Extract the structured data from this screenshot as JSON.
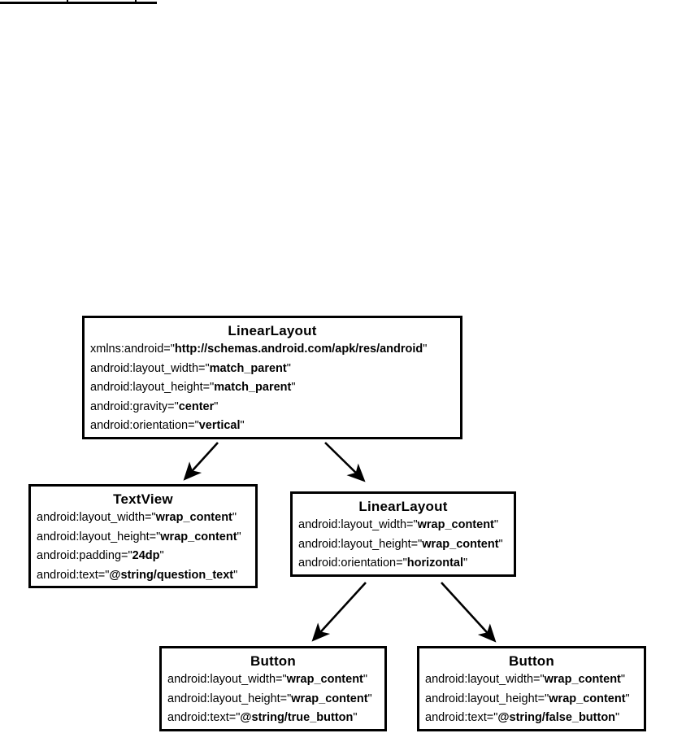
{
  "diagram": {
    "type": "android-layout-xml-tree",
    "top_rule": {
      "present": true,
      "ticks": 2
    },
    "nodes": [
      {
        "id": "root-linearlayout",
        "title": "LinearLayout",
        "attrs": [
          {
            "key": "xmlns:android=\"",
            "value": "http://schemas.android.com/apk/res/android",
            "close": "\""
          },
          {
            "key": "android:layout_width=\"",
            "value": "match_parent",
            "close": "\""
          },
          {
            "key": "android:layout_height=\"",
            "value": "match_parent",
            "close": "\""
          },
          {
            "key": "android:gravity=\"",
            "value": "center",
            "close": "\""
          },
          {
            "key": "android:orientation=\"",
            "value": "vertical",
            "close": "\""
          }
        ]
      },
      {
        "id": "textview",
        "title": "TextView",
        "attrs": [
          {
            "key": "android:layout_width=\"",
            "value": "wrap_content",
            "close": "\""
          },
          {
            "key": "android:layout_height=\"",
            "value": "wrap_content",
            "close": "\""
          },
          {
            "key": "android:padding=\"",
            "value": "24dp",
            "close": "\""
          },
          {
            "key": "android:text=\"",
            "value": "@string/question_text",
            "close": "\""
          }
        ]
      },
      {
        "id": "child-linearlayout",
        "title": "LinearLayout",
        "attrs": [
          {
            "key": "android:layout_width=\"",
            "value": "wrap_content",
            "close": "\""
          },
          {
            "key": "android:layout_height=\"",
            "value": "wrap_content",
            "close": "\""
          },
          {
            "key": "android:orientation=\"",
            "value": "horizontal",
            "close": "\""
          }
        ]
      },
      {
        "id": "button-true",
        "title": "Button",
        "attrs": [
          {
            "key": "android:layout_width=\"",
            "value": "wrap_content",
            "close": "\""
          },
          {
            "key": "android:layout_height=\"",
            "value": "wrap_content",
            "close": "\""
          },
          {
            "key": "android:text=\"",
            "value": "@string/true_button",
            "close": "\""
          }
        ]
      },
      {
        "id": "button-false",
        "title": "Button",
        "attrs": [
          {
            "key": "android:layout_width=\"",
            "value": "wrap_content",
            "close": "\""
          },
          {
            "key": "android:layout_height=\"",
            "value": "wrap_content",
            "close": "\""
          },
          {
            "key": "android:text=\"",
            "value": "@string/false_button",
            "close": "\""
          }
        ]
      }
    ],
    "edges": [
      {
        "from": "root-linearlayout",
        "to": "textview"
      },
      {
        "from": "root-linearlayout",
        "to": "child-linearlayout"
      },
      {
        "from": "child-linearlayout",
        "to": "button-true"
      },
      {
        "from": "child-linearlayout",
        "to": "button-false"
      }
    ],
    "colors": {
      "stroke": "#000000",
      "background": "#ffffff",
      "text": "#000000"
    }
  }
}
